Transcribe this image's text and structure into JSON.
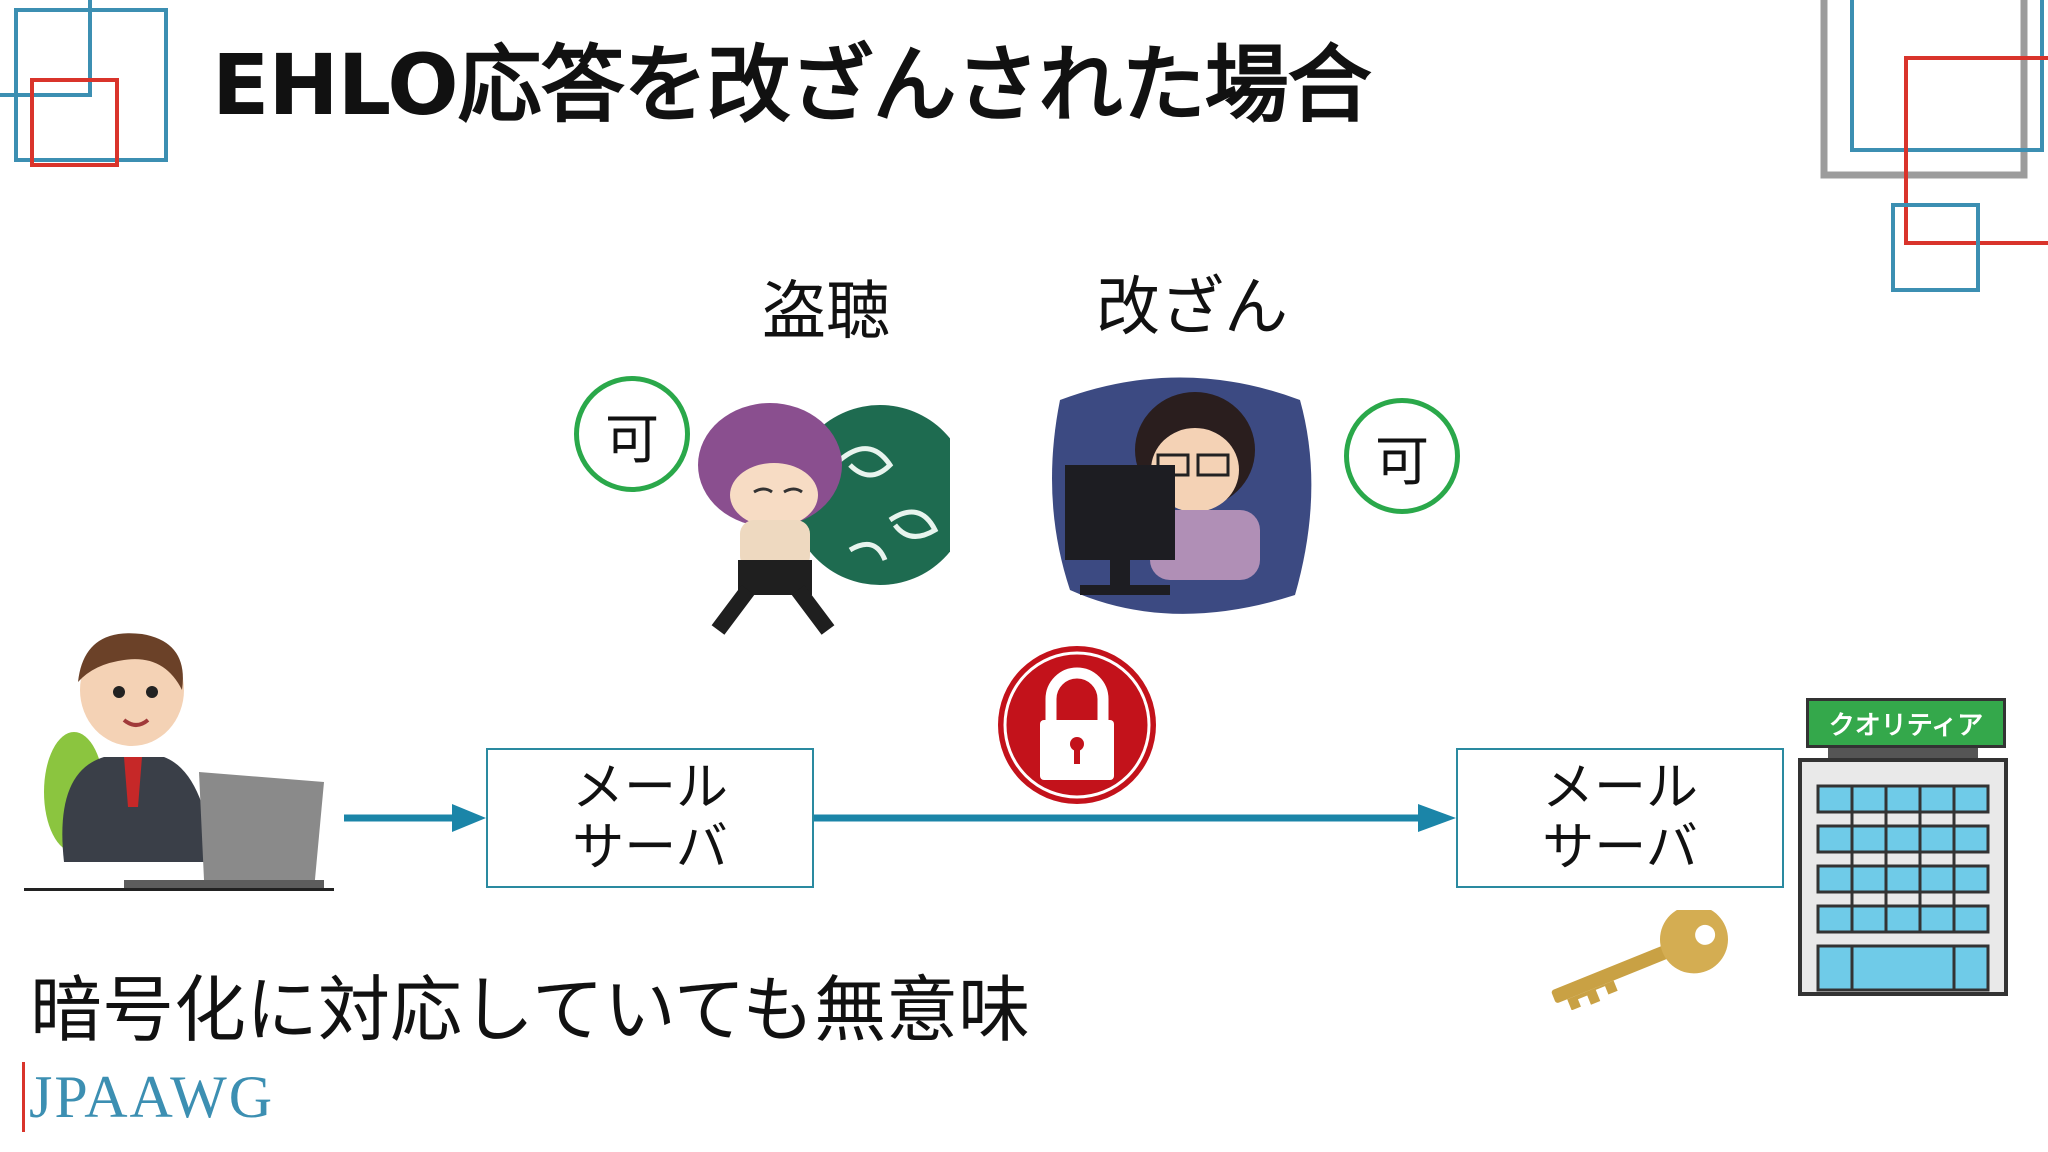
{
  "slide": {
    "title": "EHLO応答を改ざんされた場合",
    "eavesdrop_label": "盗聴",
    "tamper_label": "改ざん",
    "eavesdrop_badge": "可",
    "tamper_badge": "可",
    "left_server": {
      "line1": "メール",
      "line2": "サーバ"
    },
    "right_server": {
      "line1": "メール",
      "line2": "サーバ"
    },
    "building_sign": "クオリティア",
    "caption": "暗号化に対応していても無意味",
    "logo": "JPAAWG"
  },
  "colors": {
    "arrow": "#1b85a8",
    "badge_border": "#2aa84a",
    "lock": "#c3121b",
    "deco_red": "#d9342b",
    "deco_blue": "#3c8fb2",
    "deco_gray": "#9c9c9c"
  },
  "icons": {
    "user": "businessman-laptop-icon",
    "thief": "thief-icon",
    "hacker": "hacker-computer-icon",
    "lock": "lock-icon",
    "key": "key-icon",
    "building": "building-icon"
  }
}
